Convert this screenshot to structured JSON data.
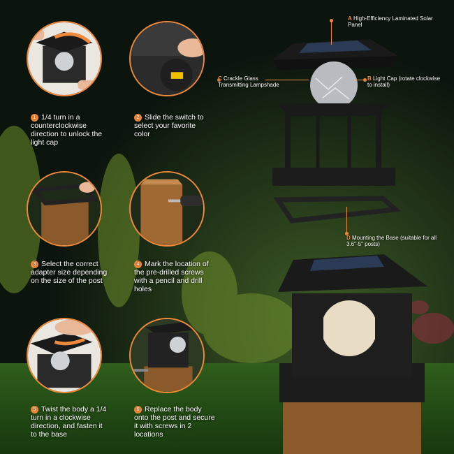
{
  "steps": [
    {
      "num": "1",
      "text": "1/4 turn in a counterclockwise direction to unlock the light cap"
    },
    {
      "num": "2",
      "text": "Slide the switch to select your favorite color"
    },
    {
      "num": "3",
      "text": "Select the correct adapter size depending on the size of the post"
    },
    {
      "num": "4",
      "text": "Mark the location of the pre-drilled screws with a pencil and drill holes"
    },
    {
      "num": "5",
      "text": "Twist the body a 1/4 turn in a clockwise direction, and fasten it to the base"
    },
    {
      "num": "6",
      "text": "Replace the body onto the post and secure it with screws in 2 locations"
    }
  ],
  "parts": {
    "a": {
      "letter": "A",
      "text": "High-Efficiency Laminated Solar Panel"
    },
    "b": {
      "letter": "B",
      "text": "Light Cap (rotate clockwise to install)"
    },
    "c": {
      "letter": "C",
      "text": "Crackle Glass Transmitting Lampshade"
    },
    "d": {
      "letter": "D",
      "text": "Mounting the Base (suitable for all 3.6\"-5\" posts)"
    }
  },
  "colors": {
    "accent": "#f08a3a",
    "lamp_body": "#1c1c1c",
    "wood": "#8a5a2b"
  }
}
